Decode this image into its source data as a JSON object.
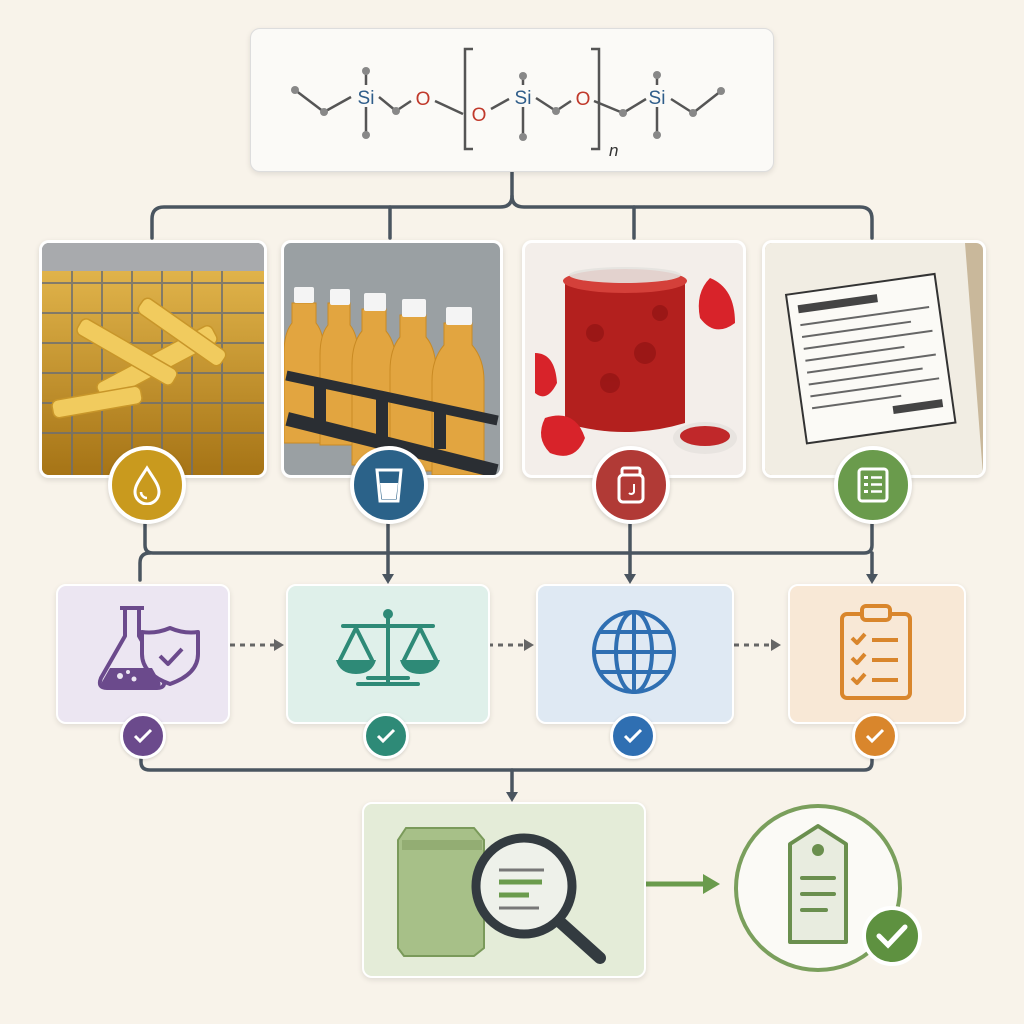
{
  "formula": {
    "atoms": {
      "si": "Si",
      "o": "O"
    },
    "subscript": "n"
  },
  "colors": {
    "background": "#f8f3ea",
    "connector": "#4a5560",
    "fryer": "#c99a1e",
    "drink": "#2b6289",
    "jam": "#b13a36",
    "label": "#6a9b4c",
    "safety": "#6b4a8c",
    "regulation": "#2e8a77",
    "global": "#2f6fb2",
    "checklist": "#d9862c",
    "inspection": "#7a9f5c"
  },
  "applications": [
    {
      "name": "frying-oil",
      "icon": "droplet-icon"
    },
    {
      "name": "beverages",
      "icon": "glass-icon"
    },
    {
      "name": "jam",
      "icon": "jar-icon"
    },
    {
      "name": "food-label",
      "icon": "list-icon"
    }
  ],
  "review_steps": [
    {
      "name": "safety-assessment",
      "icon": "flask-shield-icon",
      "status": "check-icon"
    },
    {
      "name": "regulatory-limits",
      "icon": "balance-scale-icon",
      "status": "check-icon"
    },
    {
      "name": "international-standards",
      "icon": "globe-icon",
      "status": "check-icon"
    },
    {
      "name": "compliance-checklist",
      "icon": "clipboard-icon",
      "status": "check-icon"
    }
  ],
  "outcome": {
    "inspection_icon": "magnifier-package-icon",
    "result_icon": "approved-tag-icon"
  }
}
